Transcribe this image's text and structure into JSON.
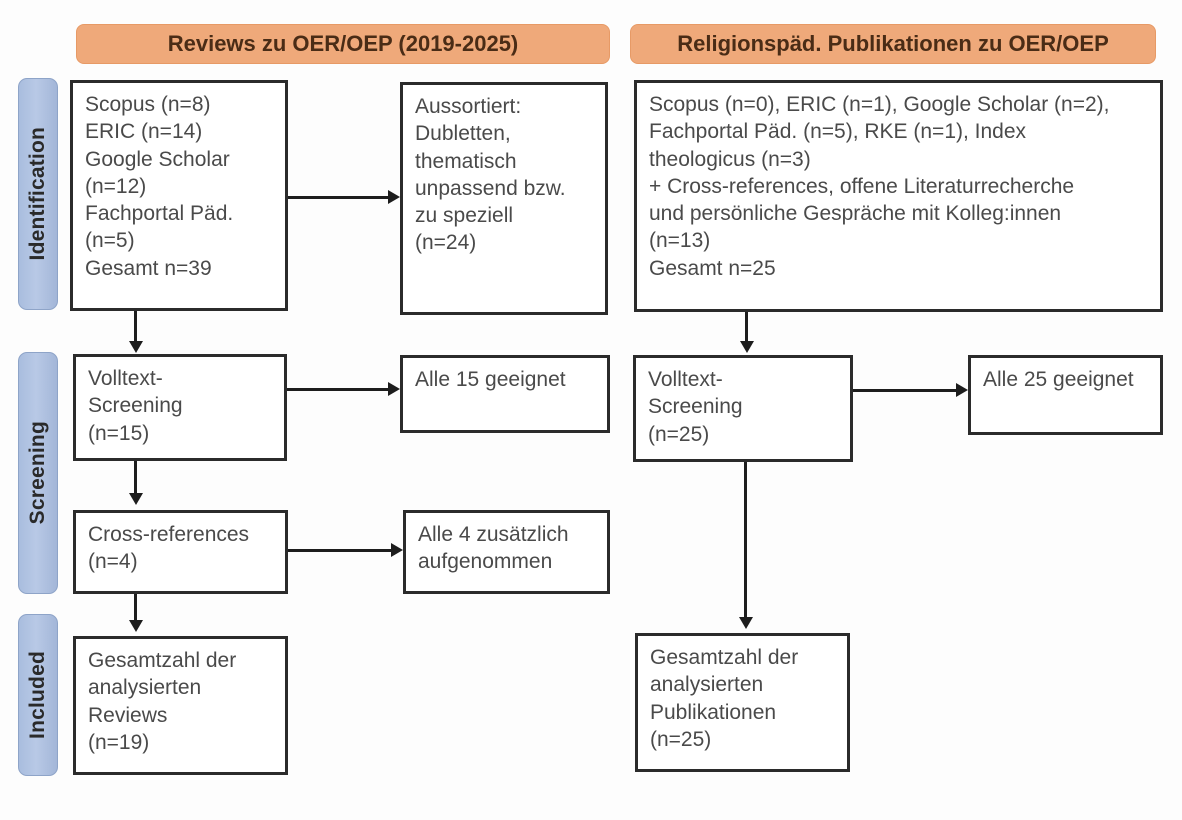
{
  "figure": {
    "type": "prisma-flow-diagram",
    "language": "de"
  },
  "stages": [
    {
      "id": "identification",
      "label": "Identification"
    },
    {
      "id": "screening",
      "label": "Screening"
    },
    {
      "id": "included",
      "label": "Included"
    }
  ],
  "columns": [
    {
      "id": "reviews",
      "banner": "Reviews zu OER/OEP (2019-2025)"
    },
    {
      "id": "religionspaed",
      "banner": "Religionspäd. Publikationen zu OER/OEP"
    }
  ],
  "boxes": {
    "left_sources": {
      "name": "left-identification-sources",
      "lines": [
        "Scopus (n=8)",
        "ERIC (n=14)",
        "Google Scholar",
        "(n=12)",
        "Fachportal Päd.",
        "(n=5)",
        "Gesamt n=39"
      ]
    },
    "left_excluded": {
      "name": "left-excluded",
      "lines": [
        "Aussortiert:",
        "Dubletten,",
        "thematisch",
        "unpassend bzw.",
        "zu speziell",
        "(n=24)"
      ]
    },
    "left_fulltext": {
      "name": "left-fulltext-screening",
      "lines": [
        "Volltext-",
        "Screening",
        "(n=15)"
      ]
    },
    "left_fulltext_result": {
      "name": "left-fulltext-result",
      "lines": [
        "Alle 15 geeignet"
      ]
    },
    "left_crossrefs": {
      "name": "left-cross-references",
      "lines": [
        "Cross-references",
        "(n=4)"
      ]
    },
    "left_crossrefs_result": {
      "name": "left-cross-references-result",
      "lines": [
        "Alle 4 zusätzlich",
        "aufgenommen"
      ]
    },
    "left_included": {
      "name": "left-included-total",
      "lines": [
        "Gesamtzahl der",
        "analysierten",
        "Reviews",
        "(n=19)"
      ]
    },
    "right_sources": {
      "name": "right-identification-sources",
      "lines": [
        "Scopus (n=0), ERIC (n=1), Google Scholar (n=2),",
        "Fachportal Päd. (n=5), RKE (n=1), Index",
        "theologicus (n=3)",
        "+ Cross-references, offene Literaturrecherche",
        "und persönliche Gespräche mit Kolleg:innen",
        "(n=13)",
        "Gesamt n=25"
      ]
    },
    "right_fulltext": {
      "name": "right-fulltext-screening",
      "lines": [
        "Volltext-",
        "Screening",
        "(n=25)"
      ]
    },
    "right_fulltext_result": {
      "name": "right-fulltext-result",
      "lines": [
        "Alle 25 geeignet"
      ]
    },
    "right_included": {
      "name": "right-included-total",
      "lines": [
        "Gesamtzahl der",
        "analysierten",
        "Publikationen",
        "(n=25)"
      ]
    }
  },
  "colors": {
    "banner_fill": "#efa97a",
    "stage_fill": "#b0c2e2",
    "box_border": "#2b2b2b",
    "text": "#4a4a4a",
    "connector": "#1d1d1d"
  }
}
